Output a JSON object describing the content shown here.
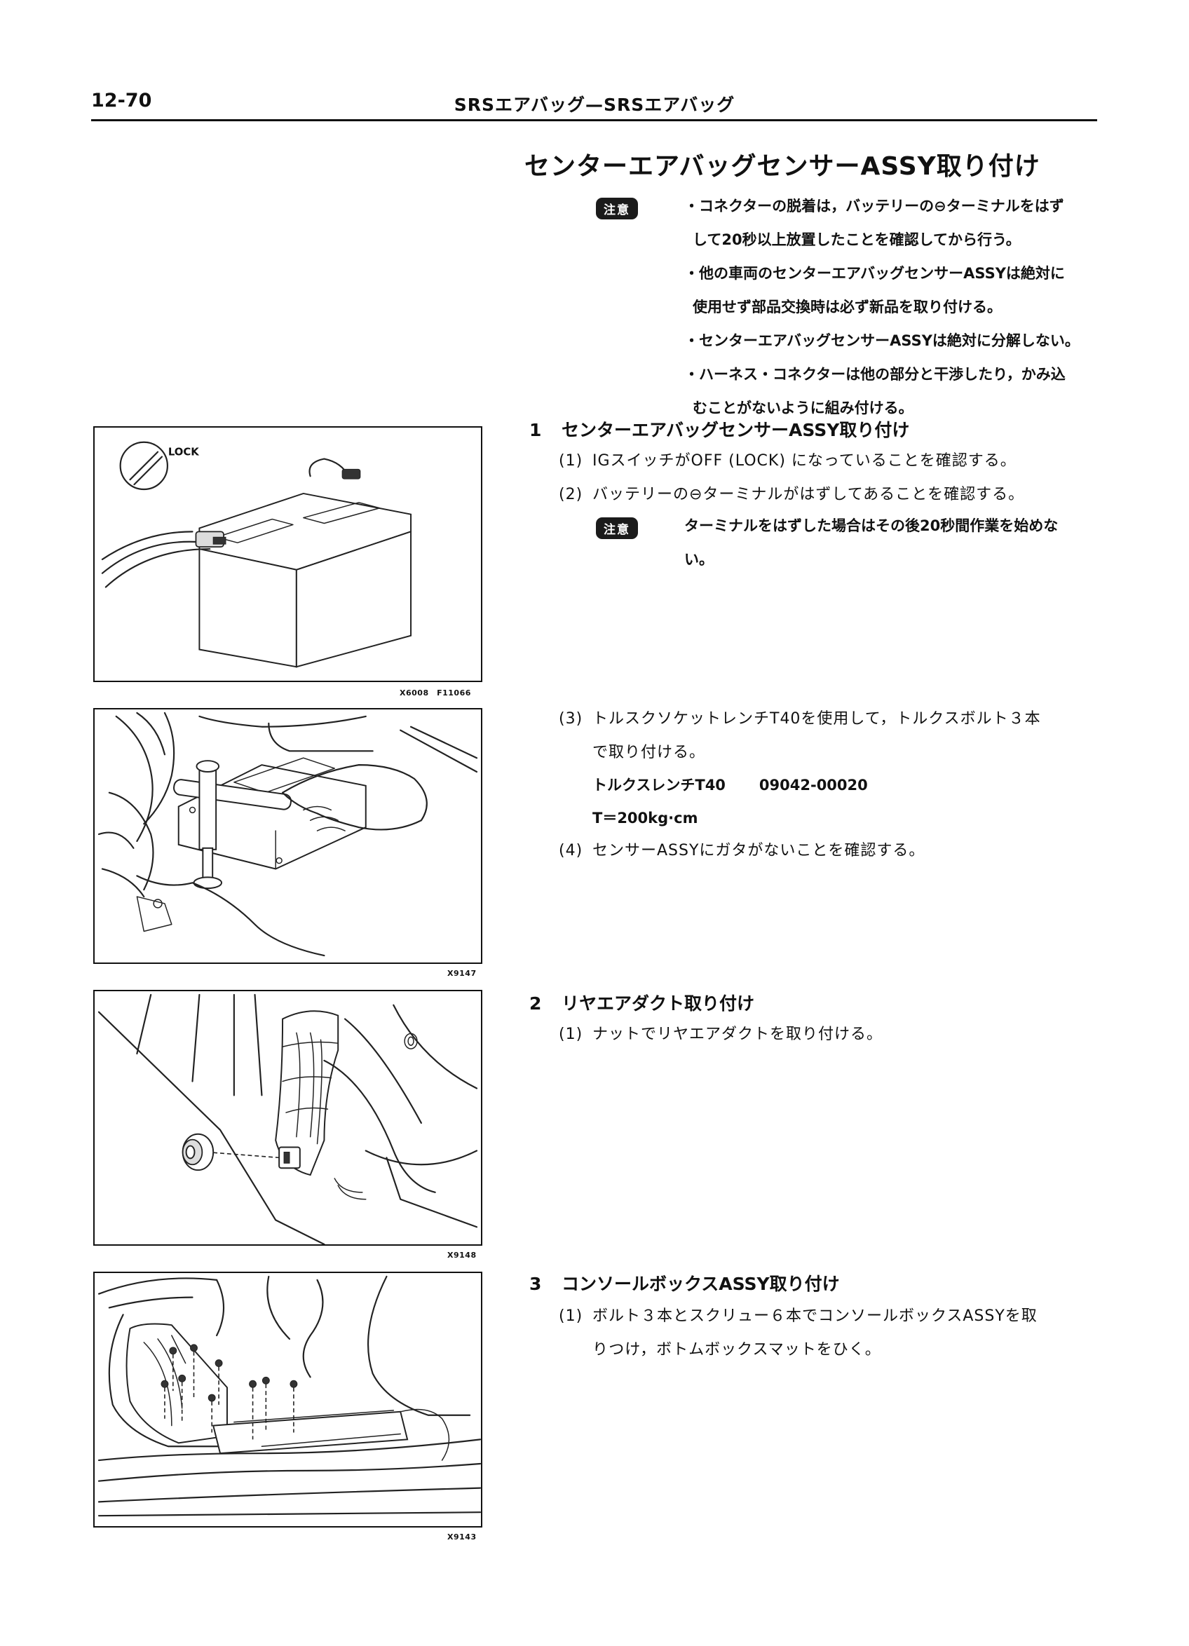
{
  "header": {
    "page_number": "12-70",
    "title": "SRSエアバッグ—SRSエアバッグ"
  },
  "section_title": "センターエアバッグセンサーASSY取り付け",
  "caution_label": "注意",
  "caution_intro": {
    "lines": [
      "・コネクターの脱着は，バッテリーの⊖ターミナルをはず",
      "して20秒以上放置したことを確認してから行う。",
      "・他の車両のセンターエアバッグセンサーASSYは絶対に",
      "使用せず部品交換時は必ず新品を取り付ける。",
      "・センターエアバッグセンサーASSYは絶対に分解しない。",
      "・ハーネス・コネクターは他の部分と干渉したり，かみ込",
      "むことがないように組み付ける。"
    ]
  },
  "step1": {
    "number": "1",
    "title": "センターエアバッグセンサーASSY取り付け",
    "sub1": {
      "num": "(1)",
      "text": "IGスイッチがOFF (LOCK) になっていることを確認する。"
    },
    "sub2": {
      "num": "(2)",
      "text": "バッテリーの⊖ターミナルがはずしてあることを確認する。"
    },
    "caution_line1": "ターミナルをはずした場合はその後20秒間作業を始めな",
    "caution_line2": "い。",
    "sub3": {
      "num": "(3)",
      "line1": "トルスクソケットレンチT40を使用して，トルクスボルト３本",
      "line2": "で取り付ける。",
      "tool_name": "トルクスレンチT40",
      "tool_code": "09042-00020",
      "torque": "T＝200kg·cm"
    },
    "sub4": {
      "num": "(4)",
      "text": "センサーASSYにガタがないことを確認する。"
    }
  },
  "step2": {
    "number": "2",
    "title": "リヤエアダクト取り付け",
    "sub1": {
      "num": "(1)",
      "text": "ナットでリヤエアダクトを取り付ける。"
    }
  },
  "step3": {
    "number": "3",
    "title": "コンソールボックスASSY取り付け",
    "sub1": {
      "num": "(1)",
      "line1": "ボルト３本とスクリュー６本でコンソールボックスASSYを取",
      "line2": "りつけ，ボトムボックスマットをひく。"
    }
  },
  "figures": {
    "fig1": {
      "lock_label": "LOCK",
      "codes": "X6008　F11066"
    },
    "fig2": {
      "code": "X9147"
    },
    "fig3": {
      "code": "X9148"
    },
    "fig4": {
      "code": "X9143"
    }
  }
}
